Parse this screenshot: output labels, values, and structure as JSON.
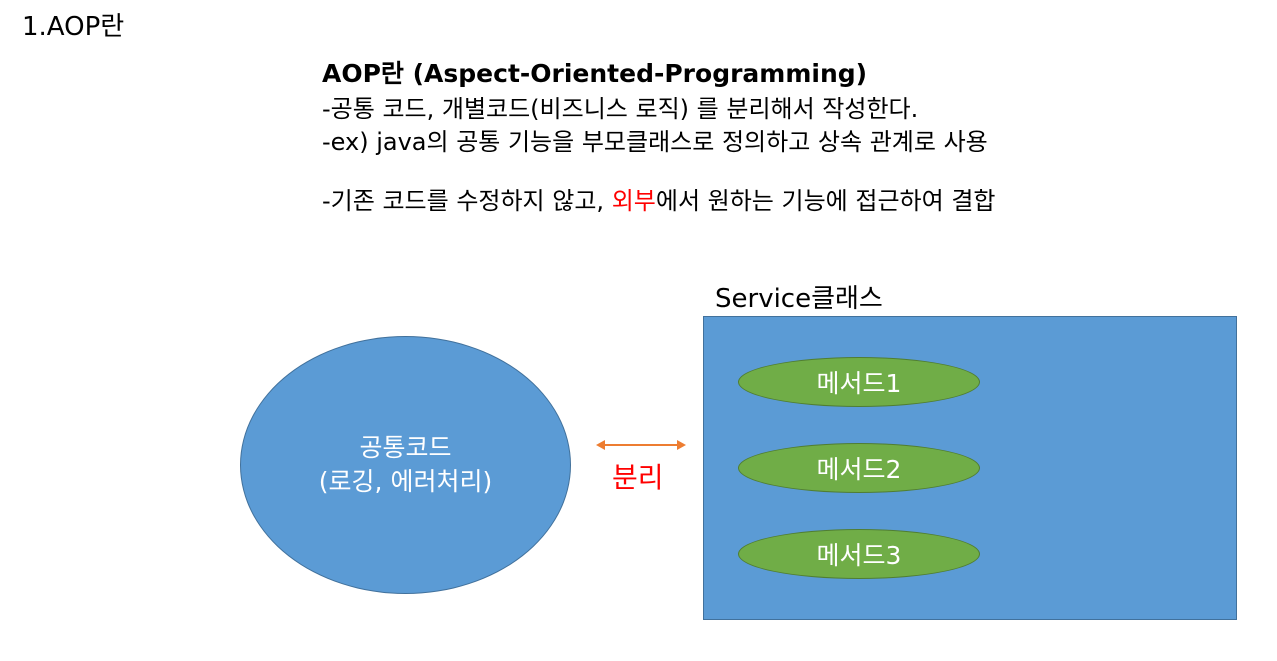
{
  "header": {
    "slide_number": "1.AOP란"
  },
  "intro": {
    "title": "AOP란 (Aspect-Oriented-Programming)",
    "line1": "-공통 코드, 개별코드(비즈니스 로직) 를 분리해서 작성한다.",
    "line2": "-ex) java의 공통 기능을 부모클래스로 정의하고 상속 관계로 사용",
    "line3_prefix": "-기존 코드를 수정하지 않고, ",
    "line3_highlight": "외부",
    "line3_suffix": "에서 원하는 기능에 접근하여 결합"
  },
  "diagram": {
    "common_code": {
      "title": "공통코드",
      "detail": "(로깅, 에러처리)"
    },
    "separation_label": "분리",
    "service": {
      "label": "Service클래스",
      "methods": [
        "메서드1",
        "메서드2",
        "메서드3"
      ]
    }
  },
  "colors": {
    "highlight": "#ff0000",
    "ellipse_fill": "#5b9bd5",
    "method_fill": "#70ad47",
    "arrow": "#ed7d31"
  }
}
